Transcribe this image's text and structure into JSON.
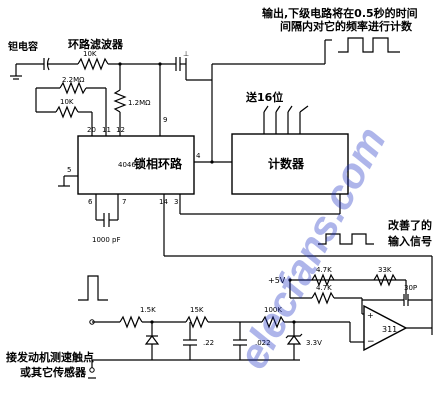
{
  "annotations": {
    "output_line1": "输出,下级电路将在0.5秒的时间",
    "output_line2": "间隔内对它的频率进行计数",
    "capacitor_label": "钽电容",
    "filter_label": "环路滤波器",
    "to_16_bit": "送16位",
    "improved_signal_1": "改善了的",
    "improved_signal_2": "输入信号",
    "trigger_1": "接发动机测速触点",
    "trigger_2": "或其它传感器"
  },
  "blocks": {
    "pll": "锁相环路",
    "pll_prefix": "4046",
    "counter": "计数器"
  },
  "components": {
    "r_filter": "10K",
    "r_2": "2.2MΩ",
    "r_3": "10K",
    "r_4": "1.2MΩ",
    "c_timing": "1000 pF",
    "r_in1": "1.5K",
    "r_in2": "15K",
    "r_in3": "100K",
    "c_1": ".22",
    "c_2": ".022",
    "zener": "3.3V",
    "vcc": "+5V",
    "r_b1": "4.7K",
    "r_b2": "4.7K",
    "r_fb": "33K",
    "c_fb": "30P",
    "opamp": "311",
    "pin_20": "20",
    "pin_11": "11",
    "pin_12": "12",
    "pin_9": "9",
    "pin_4": "4",
    "pin_5": "5",
    "pin_6": "6",
    "pin_7": "7",
    "pin_14": "14",
    "pin_3": "3"
  },
  "watermark": "elecfans.com"
}
